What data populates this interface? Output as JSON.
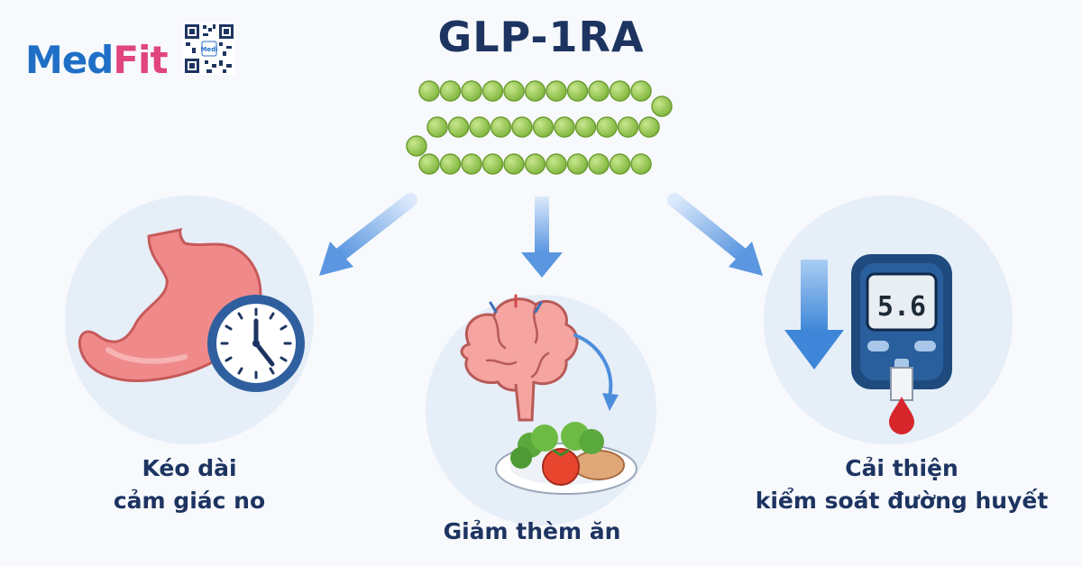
{
  "brand": {
    "part1": "Med",
    "part2": "Fit",
    "qr_label": "Medi"
  },
  "title": "GLP-1RA",
  "colors": {
    "navy": "#1d3461",
    "bead": "#8fc54a",
    "arrow": "#6fa5e6",
    "stomach": "#f08a8a",
    "brain": "#f5a4a0",
    "meter": "#1f4a7e",
    "blood": "#d7262b"
  },
  "panels": [
    {
      "id": "stomach",
      "icons": [
        "stomach-icon",
        "clock-icon"
      ],
      "caption": [
        "Kéo dài",
        "cảm giác no"
      ]
    },
    {
      "id": "appetite",
      "icons": [
        "brain-icon",
        "food-plate-icon"
      ],
      "caption": [
        "Giảm thèm ăn"
      ]
    },
    {
      "id": "glucose",
      "icons": [
        "down-arrow-icon",
        "glucometer-icon",
        "blood-drop-icon"
      ],
      "caption": [
        "Cải thiện",
        "kiểm soát đường huyết"
      ]
    }
  ],
  "glucometer": {
    "reading": "5.6"
  }
}
